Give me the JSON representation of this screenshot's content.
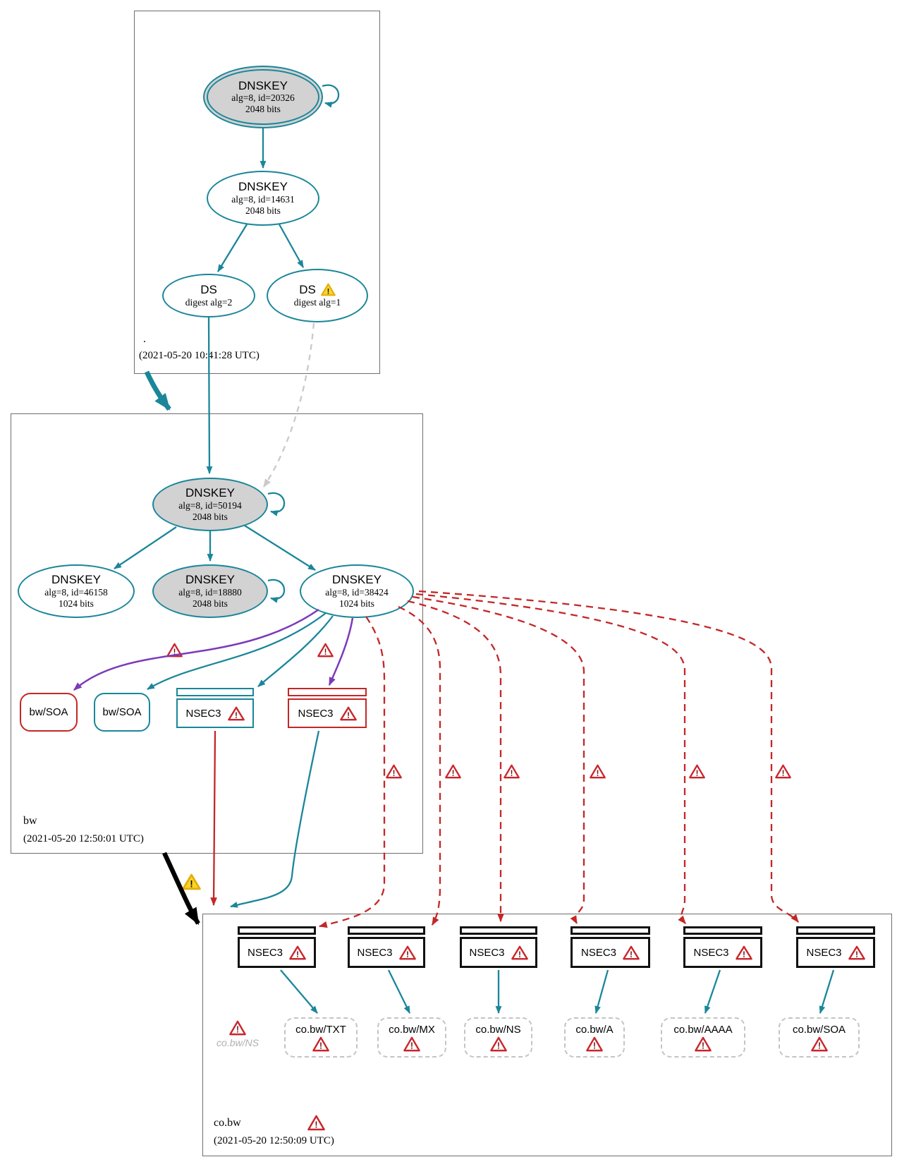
{
  "colors": {
    "teal": "#1a8699",
    "red": "#c32727",
    "purple": "#7c3ab8",
    "gray_edge": "#c9c9c9",
    "node_gray_fill": "#d2d2d2",
    "warning_red": "#c9252b",
    "warning_yellow": "#fcd32a"
  },
  "zones": {
    "root": {
      "label": ".",
      "timestamp": "(2021-05-20 10:41:28 UTC)",
      "ksk": {
        "title": "DNSKEY",
        "detail1": "alg=8, id=20326",
        "detail2": "2048 bits"
      },
      "zsk": {
        "title": "DNSKEY",
        "detail1": "alg=8, id=14631",
        "detail2": "2048 bits"
      },
      "ds2": {
        "title": "DS",
        "detail1": "digest alg=2"
      },
      "ds1": {
        "title": "DS",
        "detail1": "digest alg=1"
      }
    },
    "bw": {
      "label": "bw",
      "timestamp": "(2021-05-20 12:50:01 UTC)",
      "ksk": {
        "title": "DNSKEY",
        "detail1": "alg=8, id=50194",
        "detail2": "2048 bits"
      },
      "zsk1": {
        "title": "DNSKEY",
        "detail1": "alg=8, id=46158",
        "detail2": "1024 bits"
      },
      "zsk2": {
        "title": "DNSKEY",
        "detail1": "alg=8, id=18880",
        "detail2": "2048 bits"
      },
      "zsk3": {
        "title": "DNSKEY",
        "detail1": "alg=8, id=38424",
        "detail2": "1024 bits"
      },
      "soa_left": {
        "label": "bw/SOA"
      },
      "soa_right": {
        "label": "bw/SOA"
      },
      "nsec3_left": {
        "label": "NSEC3"
      },
      "nsec3_right": {
        "label": "NSEC3"
      }
    },
    "cobw": {
      "label": "co.bw",
      "timestamp": "(2021-05-20 12:50:09 UTC)",
      "nsec3_label": "NSEC3",
      "orphan_label": "co.bw/NS",
      "records": [
        "co.bw/TXT",
        "co.bw/MX",
        "co.bw/NS",
        "co.bw/A",
        "co.bw/AAAA",
        "co.bw/SOA"
      ]
    }
  }
}
